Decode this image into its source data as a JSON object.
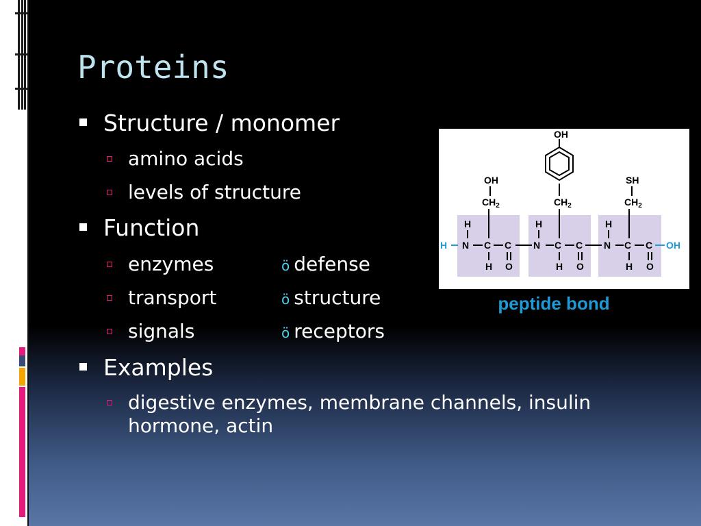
{
  "slide": {
    "title": "Proteins",
    "sections": [
      {
        "heading": "Structure / monomer",
        "items": [
          "amino acids",
          "levels of structure"
        ]
      },
      {
        "heading": "Function",
        "rows": [
          {
            "left": "enzymes",
            "right": "defense"
          },
          {
            "left": "transport",
            "right": "structure"
          },
          {
            "left": "signals",
            "right": "receptors"
          }
        ],
        "marker": "ö"
      },
      {
        "heading": "Examples",
        "items": [
          "digestive enzymes, membrane channels, insulin hormone, actin"
        ]
      }
    ]
  },
  "figure": {
    "caption": "peptide bond",
    "side_groups": [
      "OH",
      "CH2",
      "OH",
      "CH2",
      "SH",
      "CH2"
    ],
    "backbone_labels": [
      "H",
      "N",
      "C",
      "C",
      "O",
      "OH"
    ],
    "colors": {
      "box": "#d8d0e8",
      "accent": "#1e9ad6",
      "caption": "#1e9ad6"
    }
  }
}
